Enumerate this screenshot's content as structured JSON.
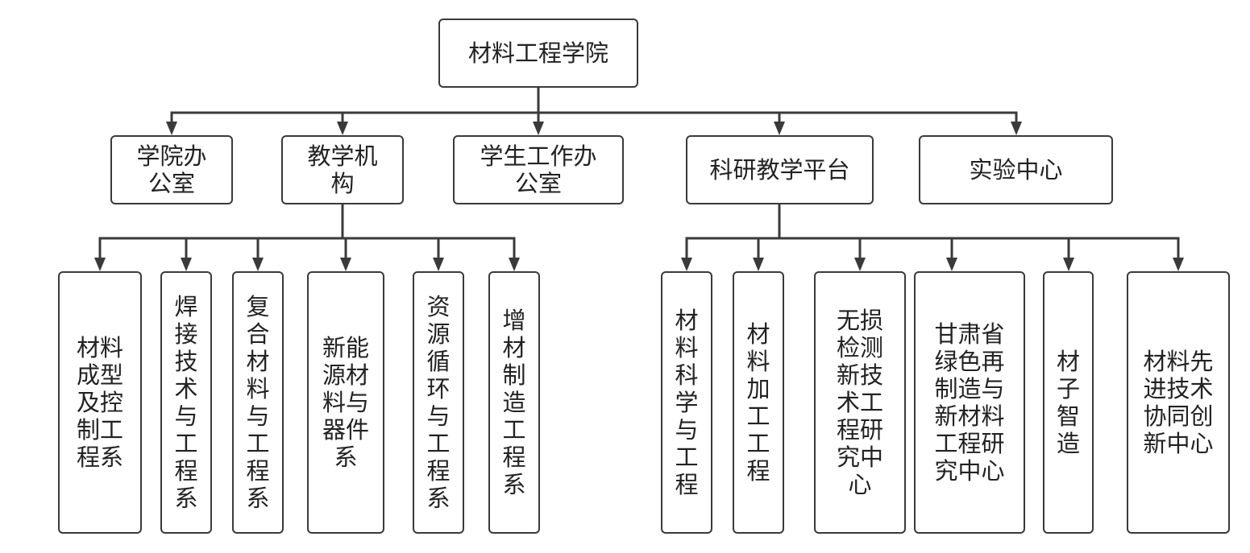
{
  "colors": {
    "line": "#3a3a3a",
    "border": "#3a3a3a",
    "text": "#222222",
    "background": "#ffffff"
  },
  "root": {
    "label": "材料工程学院"
  },
  "level1": [
    {
      "label": "学院办\n公室"
    },
    {
      "label": "教学机\n构"
    },
    {
      "label": "学生工作办\n公室"
    },
    {
      "label": "科研教学平台"
    },
    {
      "label": "实验中心"
    }
  ],
  "teaching": [
    {
      "label": "材料\n成型\n及控\n制工\n程系"
    },
    {
      "label": "焊\n接\n技\n术\n与\n工\n程\n系"
    },
    {
      "label": "复\n合\n材\n料\n与\n工\n程\n系"
    },
    {
      "label": "新能\n源材\n料与\n器件\n系"
    },
    {
      "label": "资\n源\n循\n环\n与\n工\n程\n系"
    },
    {
      "label": "增\n材\n制\n造\n工\n程\n系"
    }
  ],
  "research": [
    {
      "label": "材\n料\n科\n学\n与\n工\n程"
    },
    {
      "label": "材\n料\n加\n工\n工\n程"
    },
    {
      "label": "无损\n检测\n新技\n术工\n程研\n究中\n心"
    },
    {
      "label": "甘肃省\n绿色再\n制造与\n新材料\n工程研\n究中心"
    },
    {
      "label": "材\n子\n智\n造"
    },
    {
      "label": "材料先\n进技术\n协同创\n新中心"
    }
  ]
}
